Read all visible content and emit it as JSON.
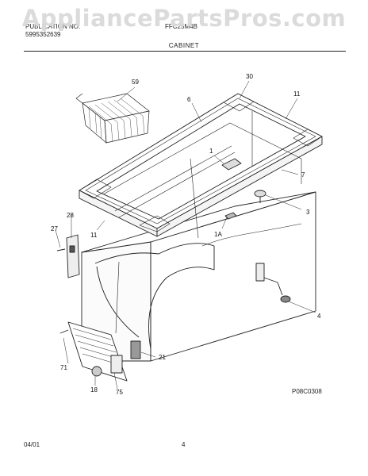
{
  "watermark": "AppliancePartsPros.com",
  "header": {
    "publication_label": "PUBLICATION NO.",
    "publication_number": "5995352639",
    "model": "FFC25M4B",
    "section": "CABINET"
  },
  "callouts": {
    "c59": "59",
    "c30": "30",
    "c6": "6",
    "c11a": "11",
    "c1": "1",
    "c7": "7",
    "c3": "3",
    "c28": "28",
    "c27": "27",
    "c1a": "1A",
    "c11b": "11",
    "c4": "4",
    "c21": "21",
    "c71": "71",
    "c18": "18",
    "c75": "75"
  },
  "figure_id": "P08C0308",
  "footer": {
    "date": "04/01",
    "page": "4"
  }
}
